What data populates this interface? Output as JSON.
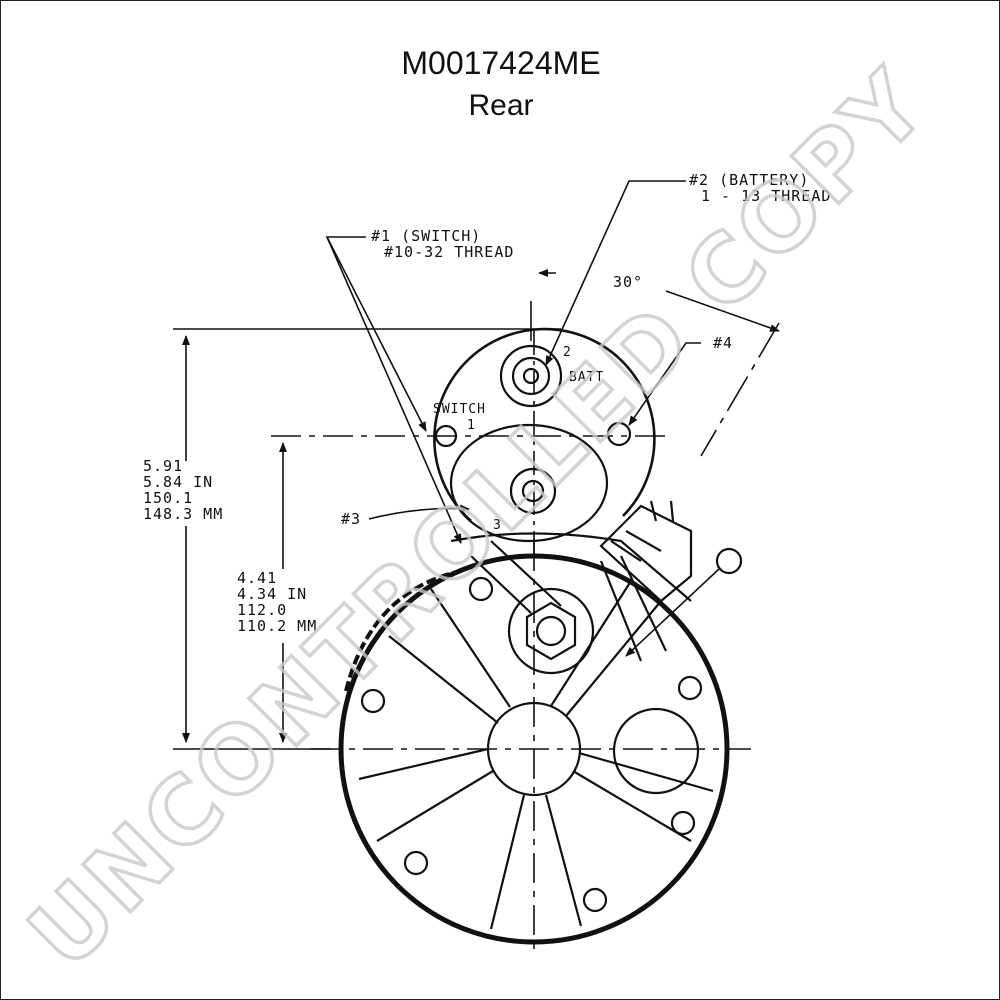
{
  "header": {
    "part_number": "M0017424ME",
    "view": "Rear"
  },
  "callouts": {
    "switch_title": "#1 (SWITCH)",
    "switch_thread": "#10-32 THREAD",
    "battery_title": "#2 (BATTERY)",
    "battery_thread": "1 - 13 THREAD",
    "terminal_4": "#4",
    "terminal_3": "#3",
    "angle": "30°"
  },
  "part_labels": {
    "switch": "SWITCH",
    "switch_num": "1",
    "batt": "BATT",
    "batt_num": "2",
    "term3_num": "3"
  },
  "dimensions": {
    "overall": [
      "5.91",
      "5.84 IN",
      "150.1",
      "148.3 MM"
    ],
    "center": [
      "4.41",
      "4.34 IN",
      "112.0",
      "110.2 MM"
    ]
  },
  "watermark": "UNCONTROLLED COPY"
}
